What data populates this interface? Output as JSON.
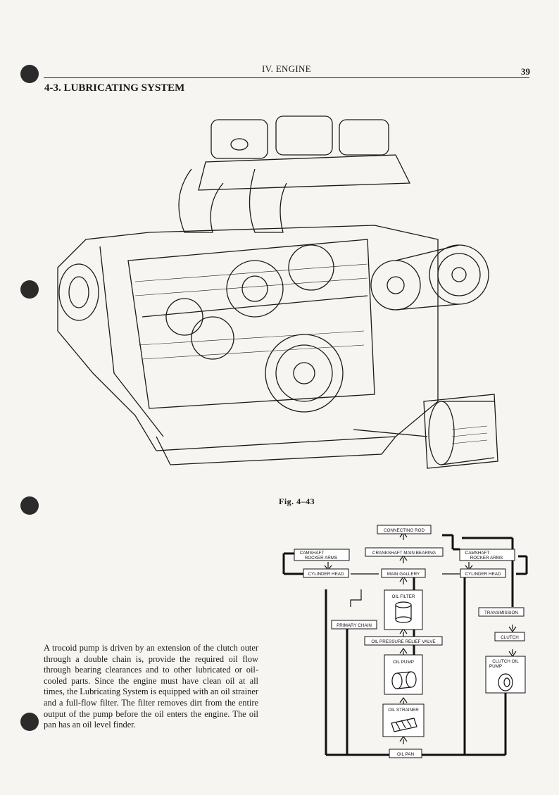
{
  "header": {
    "section": "IV. ENGINE",
    "page_number": "39"
  },
  "title": "4-3. LUBRICATING SYSTEM",
  "figure": {
    "caption": "Fig. 4–43"
  },
  "body_text": "A trocoid pump is driven by an extension of the clutch outer through a double chain is, provide the required oil flow through bearing clearances and to other lubricated or oil-cooled parts. Since the engine must have clean oil at all times, the Lubricating System is equipped with an oil strainer and a full-flow filter. The filter removes dirt from the entire output of the pump before the oil enters the engine. The oil pan has an oil level finder.",
  "diagram": {
    "connecting_rod": "CONNECTING ROD",
    "crankshaft_main_bearing": "CRANKSHAFT MAIN BEARING",
    "camshaft_left_1": "CAMSHAFT",
    "camshaft_left_2": "ROCKER ARMS",
    "camshaft_right_1": "CAMSHAFT",
    "camshaft_right_2": "ROCKER ARMS",
    "cylinder_head_left": "CYLINDER HEAD",
    "main_gallery": "MAIN GALLERY",
    "cylinder_head_right": "CYLINDER HEAD",
    "oil_filter": "OIL FILTER",
    "primary_chain": "PRIMARY CHAIN",
    "transmission": "TRANSMISSION",
    "oil_pressure_relief_valve": "OIL PRESSURE RELIEF VALVE",
    "clutch": "CLUTCH",
    "oil_pump": "OIL PUMP",
    "clutch_oil_pump_1": "CLUTCH OIL",
    "clutch_oil_pump_2": "PUMP",
    "oil_strainer": "OIL STRAINER",
    "oil_pan": "OIL PAN"
  }
}
